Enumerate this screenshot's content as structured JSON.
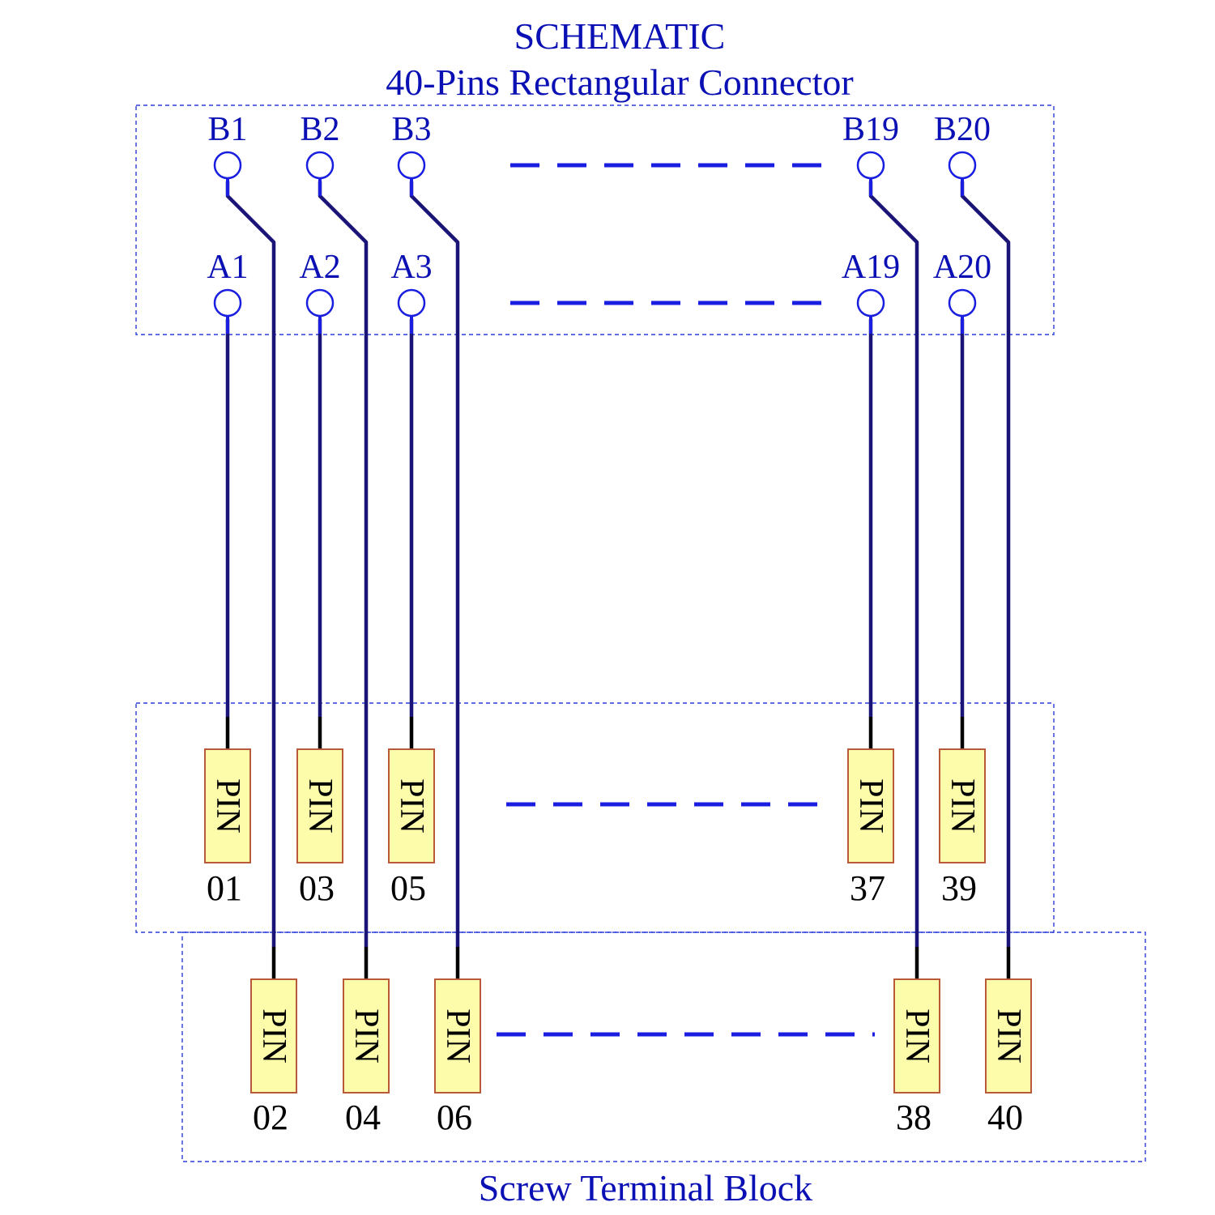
{
  "title": "SCHEMATIC",
  "subtitle": "40-Pins Rectangular Connector",
  "footer": "Screw Terminal  Block",
  "terminal_text": "PIN",
  "colors": {
    "label_blue": "#0a10b4",
    "wire": "#1a1478",
    "terminal_fill": "#fdfcab",
    "terminal_border": "#b85a3a",
    "box_border": "#2a3cd8"
  },
  "connector_rows": {
    "b": [
      "B1",
      "B2",
      "B3",
      "B19",
      "B20"
    ],
    "a": [
      "A1",
      "A2",
      "A3",
      "A19",
      "A20"
    ]
  },
  "terminal_rows": {
    "odd": [
      "01",
      "03",
      "05",
      "37",
      "39"
    ],
    "even": [
      "02",
      "04",
      "06",
      "38",
      "40"
    ]
  }
}
